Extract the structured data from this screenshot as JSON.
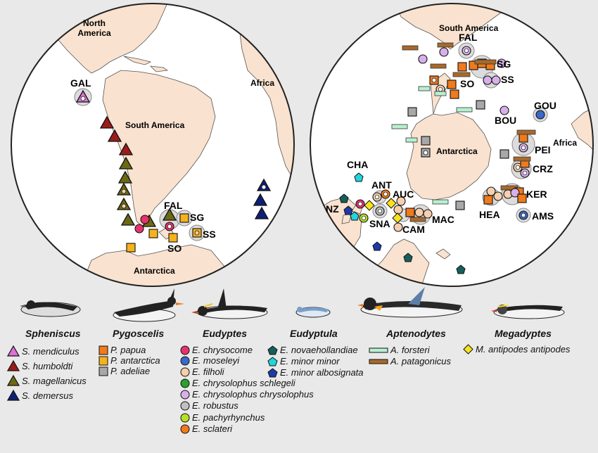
{
  "colors": {
    "background": "#e9e9e9",
    "ocean": "#ffffff",
    "land": "#f9e2cf",
    "mendiculus": "#e070d8",
    "humboldti": "#9c1c1c",
    "magellanicus": "#6b6a14",
    "demersus": "#0e1f77",
    "papua": "#f07a1c",
    "antarctica": "#f6b21c",
    "adeliae": "#a8a8a8",
    "chrysocome": "#e8326e",
    "moseleyi": "#3a69c8",
    "filholi": "#f6cfae",
    "schlegeli": "#2aa22a",
    "chrysolophus": "#d8b0e8",
    "robustus": "#c0c0c0",
    "pachyrhynchus": "#b6e026",
    "sclateri": "#f07a1c",
    "novaehollandiae": "#155f5a",
    "minor_minor": "#22d4dc",
    "albosignata": "#1e3aa8",
    "forsteri": "#b8f0d0",
    "patagonicus": "#a8692c",
    "antipodes": "#f8e21c"
  },
  "left_map": {
    "labels": {
      "north_america": "North\nAmerica",
      "south_america": "South America",
      "africa": "Africa",
      "antarctica": "Antarctica"
    },
    "sites": {
      "gal": "GAL",
      "fal": "FAL",
      "sg": "SG",
      "ss": "SS",
      "so": "SO"
    }
  },
  "right_map": {
    "labels": {
      "south_america": "South America",
      "africa": "Africa",
      "antarctica": "Antarctica"
    },
    "sites": {
      "fal": "FAL",
      "sg": "SG",
      "so": "SO",
      "ss": "SS",
      "gou": "GOU",
      "bou": "BOU",
      "pei": "PEI",
      "crz": "CRZ",
      "ker": "KER",
      "hea": "HEA",
      "ams": "AMS",
      "cha": "CHA",
      "ant": "ANT",
      "auc": "AUC",
      "nz": "NZ",
      "sna": "SNA",
      "cam": "CAM",
      "mac": "MAC"
    }
  },
  "legend": {
    "spheniscus": {
      "title": "Spheniscus",
      "items": [
        "S. mendiculus",
        "S. humboldti",
        "S. magellanicus",
        "S. demersus"
      ]
    },
    "pygoscelis": {
      "title": "Pygoscelis",
      "items": [
        "P. papua",
        "P. antarctica",
        "P. adeliae"
      ]
    },
    "eudyptes": {
      "title": "Eudyptes",
      "items": [
        "E. chrysocome",
        "E. moseleyi",
        "E. filholi",
        "E. chrysolophus schlegeli",
        "E. chrysolophus chrysolophus",
        "E. robustus",
        "E. pachyrhynchus",
        "E. sclateri"
      ]
    },
    "eudyptula": {
      "title": "Eudyptula",
      "items": [
        "E. novaehollandiae",
        "E. minor minor",
        "E. minor albosignata"
      ]
    },
    "aptenodytes": {
      "title": "Aptenodytes",
      "items": [
        "A. forsteri",
        "A. patagonicus"
      ]
    },
    "megadyptes": {
      "title": "Megadyptes",
      "items": [
        "M. antipodes antipodes"
      ]
    }
  }
}
